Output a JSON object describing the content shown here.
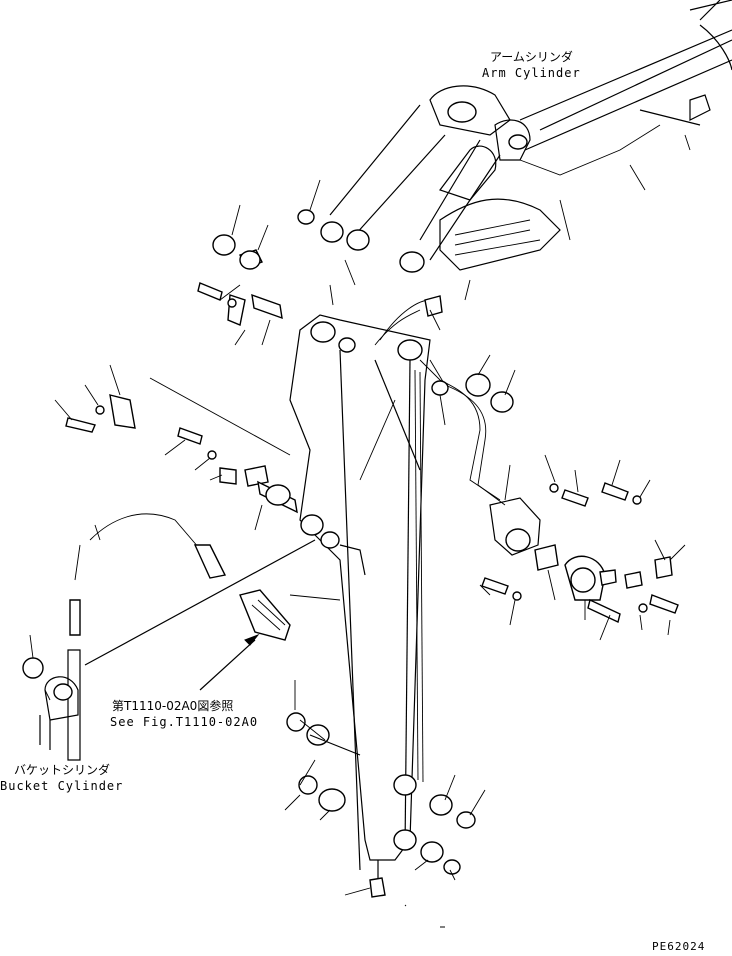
{
  "labels": {
    "arm_cylinder_jp": "アームシリンダ",
    "arm_cylinder_en": "Arm Cylinder",
    "bucket_cylinder_jp": "バケットシリンダ",
    "bucket_cylinder_en": "Bucket Cylinder",
    "see_fig_jp": "第T1110-02A0図参照",
    "see_fig_en": "See Fig.T1110-02A0",
    "drawing_code": "PE62024"
  }
}
